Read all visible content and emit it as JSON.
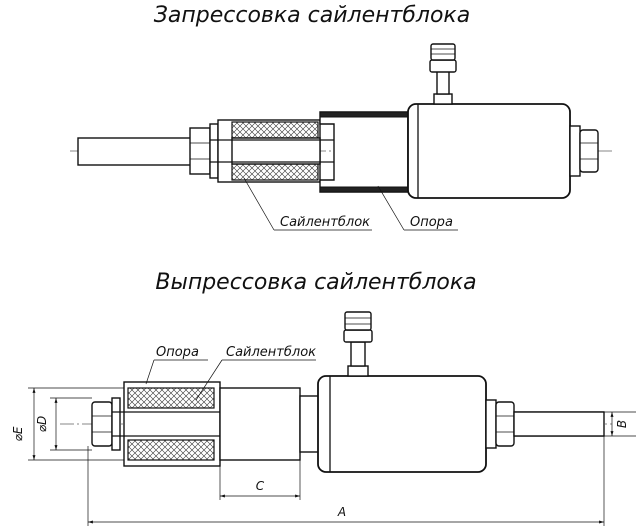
{
  "titles": {
    "press_in": "Запрессовка сайлентблока",
    "press_out": "Выпрессовка сайлентблока"
  },
  "labels": {
    "top_bushing": "Сайлентблок",
    "top_support": "Опора",
    "bottom_support": "Опора",
    "bottom_bushing": "Сайлентблок"
  },
  "dimensions": {
    "E": "⌀E",
    "D": "⌀D",
    "C": "C",
    "A": "A",
    "B": "B"
  }
}
